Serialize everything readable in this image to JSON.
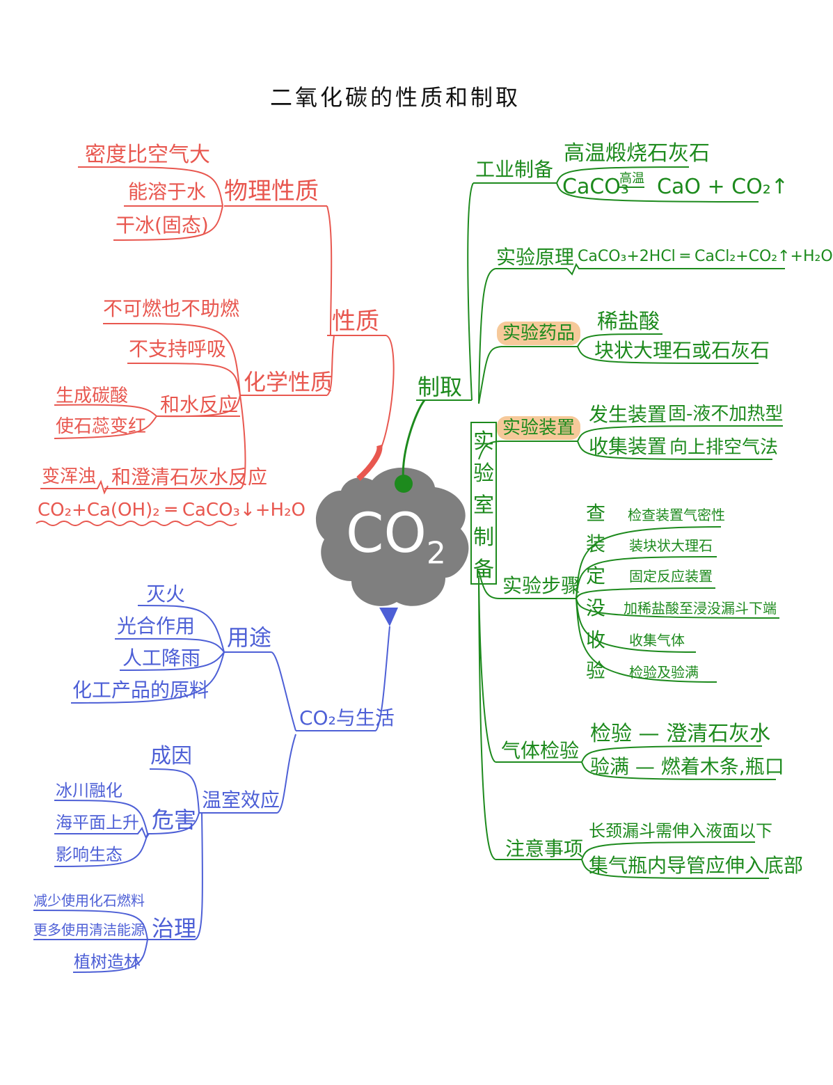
{
  "title": "二氧化碳的性质和制取",
  "center": {
    "main": "CO",
    "sub": "2"
  },
  "colors": {
    "properties": "#e8574f",
    "preparation": "#1d8a1d",
    "life": "#4d5fd6",
    "center": "#7f7f7f",
    "highlight": "#f6c99a"
  },
  "properties": {
    "label": "性质",
    "physical": {
      "label": "物理性质",
      "items": [
        "密度比空气大",
        "能溶于水",
        "干冰(固态)"
      ]
    },
    "chemical": {
      "label": "化学性质",
      "items": [
        "不可燃也不助燃",
        "不支持呼吸"
      ],
      "water": {
        "label": "和水反应",
        "items": [
          "生成碳酸",
          "使石蕊变红"
        ]
      },
      "limewater": {
        "label": "和澄清石灰水反应",
        "result": "变浑浊",
        "equation": "CO₂+Ca(OH)₂ ═ CaCO₃↓+H₂O"
      }
    }
  },
  "preparation": {
    "label": "制取",
    "industrial": {
      "label": "工业制备",
      "items": [
        "高温煅烧石灰石"
      ],
      "equation": {
        "left": "CaCO₃",
        "condition": "高温",
        "right": "CaO + CO₂↑"
      }
    },
    "lab": {
      "label": "实验室制备",
      "chars": [
        "实",
        "验",
        "室",
        "制",
        "备"
      ],
      "principle": {
        "label": "实验原理",
        "equation": "CaCO₃+2HCl ═ CaCl₂+CO₂↑+H₂O"
      },
      "reagents": {
        "label": "实验药品",
        "items": [
          "稀盐酸",
          "块状大理石或石灰石"
        ]
      },
      "apparatus": {
        "label": "实验装置",
        "items": [
          {
            "name": "发生装置",
            "value": "固-液不加热型"
          },
          {
            "name": "收集装置",
            "value": "向上排空气法"
          }
        ]
      },
      "steps": {
        "label": "实验步骤",
        "items": [
          {
            "key": "查",
            "desc": "检查装置气密性"
          },
          {
            "key": "装",
            "desc": "装块状大理石"
          },
          {
            "key": "定",
            "desc": "固定反应装置"
          },
          {
            "key": "没",
            "desc": "加稀盐酸至浸没漏斗下端"
          },
          {
            "key": "收",
            "desc": "收集气体"
          },
          {
            "key": "验",
            "desc": "检验及验满"
          }
        ]
      },
      "detection": {
        "label": "气体检验",
        "items": [
          "检验 — 澄清石灰水",
          "验满 — 燃着木条,瓶口"
        ]
      },
      "notes": {
        "label": "注意事项",
        "items": [
          "长颈漏斗需伸入液面以下",
          "集气瓶内导管应伸入底部"
        ]
      }
    }
  },
  "life": {
    "label": "CO₂与生活",
    "uses": {
      "label": "用途",
      "items": [
        "灭火",
        "光合作用",
        "人工降雨",
        "化工产品的原料"
      ]
    },
    "greenhouse": {
      "label": "温室效应",
      "cause": "成因",
      "harm": {
        "label": "危害",
        "items": [
          "冰川融化",
          "海平面上升",
          "影响生态"
        ]
      },
      "control": {
        "label": "治理",
        "items": [
          "减少使用化石燃料",
          "更多使用清洁能源",
          "植树造林"
        ]
      }
    }
  }
}
